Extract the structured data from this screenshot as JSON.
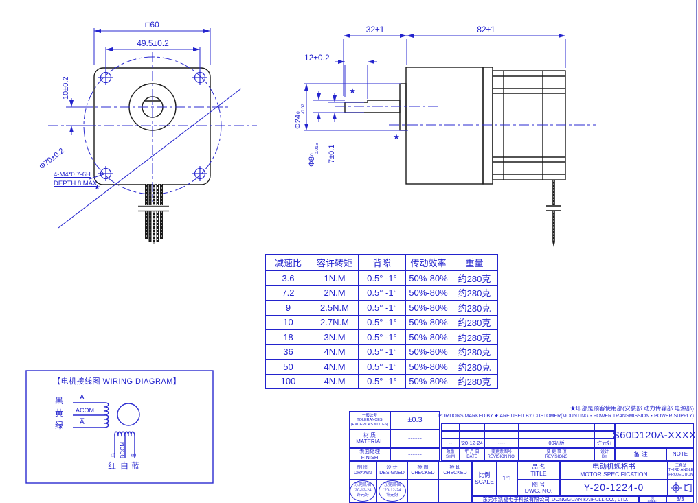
{
  "colors": {
    "dim_blue": "#2323cd",
    "line_black": "#1a1a1a",
    "sheet_edge": "#8080cc"
  },
  "front_view": {
    "dim_outline": "□60",
    "dim_hole_spacing": "49.5±0.2",
    "dim_shaft_offset": "10±0.2",
    "dim_body_circle": "Φ70±0.2",
    "thread_note_line1": "4-M4*0.7-6H",
    "thread_note_line2": "DEPTH 8 MAX",
    "star": "★"
  },
  "side_view": {
    "dim_gearbox_length": "32±1",
    "dim_motor_length": "82±1",
    "dim_flat_length": "12±0.2",
    "dim_pilot_dia": {
      "base": "Φ24",
      "tol_upper": "0",
      "tol_lower": "-0.02"
    },
    "dim_shaft_dia": {
      "base": "Φ8",
      "tol_upper": "0",
      "tol_lower": "-0.015"
    },
    "dim_flat_height": "7±0.1",
    "star": "★"
  },
  "spec_table": {
    "headers": [
      "减速比",
      "容许转矩",
      "背隙",
      "传动效率",
      "重量"
    ],
    "rows": [
      [
        "3.6",
        "1N.M",
        "0.5° -1°",
        "50%-80%",
        "约280克"
      ],
      [
        "7.2",
        "2N.M",
        "0.5° -1°",
        "50%-80%",
        "约280克"
      ],
      [
        "9",
        "2.5N.M",
        "0.5° -1°",
        "50%-80%",
        "约280克"
      ],
      [
        "10",
        "2.7N.M",
        "0.5° -1°",
        "50%-80%",
        "约280克"
      ],
      [
        "18",
        "3N.M",
        "0.5° -1°",
        "50%-80%",
        "约280克"
      ],
      [
        "36",
        "4N.M",
        "0.5° -1°",
        "50%-80%",
        "约280克"
      ],
      [
        "50",
        "4N.M",
        "0.5° -1°",
        "50%-80%",
        "约280克"
      ],
      [
        "100",
        "4N.M",
        "0.5° -1°",
        "50%-80%",
        "约280克"
      ]
    ]
  },
  "wiring": {
    "title": "【电机接线图 WIRING DIAGRAM】",
    "phase_a_colors": [
      "黑",
      "黄",
      "绿"
    ],
    "phase_a_wires": [
      "A",
      "ACOM",
      "A̅"
    ],
    "phase_b_wires": [
      "B",
      "BCOM",
      "B̅"
    ],
    "phase_b_colors": [
      "红",
      "白",
      "蓝"
    ]
  },
  "title_block": {
    "tolerance": {
      "label_cn": "一般公差",
      "label_en": "TOLERANCES",
      "label_en2": "(EXCEPT AS NOTES)",
      "value": "±0.3"
    },
    "material": {
      "label_cn": "材  质",
      "label_en": "MATERIAL",
      "value": "------"
    },
    "finish": {
      "label_cn": "表面处理",
      "label_en": "FINISH",
      "value": "------"
    },
    "star_note_cn": "★印部是顾客使用部(安装部 动力传输部 电源部)",
    "star_note_en": "PORTIONS MARKED BY ★ ARE USED BY CUSTOMER(MOUNTING・POWER TRANSMISSION・POWER SUPPLY)",
    "revision": {
      "row": {
        "sym": "--",
        "date": "'20-12-24",
        "rev_no": "----",
        "item": "00初版",
        "by": "许元好"
      },
      "headers": {
        "sym_cn": "改版",
        "sym_en": "SYM",
        "date_cn": "年 月 日",
        "date_en": "DATE",
        "rev_no_cn": "变更票图号",
        "rev_no_en": "REVISION NO.",
        "item_cn": "变 更 事 项",
        "item_en": "REVISIONS",
        "by_cn": "设计",
        "by_en": "BY",
        "note_cn": "备  注",
        "note_en": "NOTE"
      }
    },
    "part_no": "S60D120A-XXXX",
    "drawn": {
      "cn": "制  图",
      "en": "DRAWN"
    },
    "designed": {
      "cn": "设  计",
      "en": "DESIGNED"
    },
    "checked1": {
      "cn": "检  图",
      "en": "CHECKED"
    },
    "checked2": {
      "cn": "检  印",
      "en": "CHECKED"
    },
    "scale": {
      "cn": "比例",
      "en": "SCALE",
      "value": "1:1"
    },
    "title": {
      "cn": "品  名",
      "en": "TITLE",
      "value_cn": "电动机规格书",
      "value_en": "MOTOR SPECIFICATION"
    },
    "dwg": {
      "cn": "图  号",
      "en": "DWG. NO.",
      "value": "Y-20-1224-0"
    },
    "projection": {
      "cn": "三角法",
      "en1": "THIRD ANGLE",
      "en2": "PROJECTION"
    },
    "company_cn": "东莞市凯福电子科技有限公司",
    "company_en": "DONGGUAN KAIFULL CO., LTD.",
    "sheet": {
      "cn": "页",
      "en": "SHEET",
      "value": "3/3"
    },
    "stamp": {
      "line1": "东莞凯福",
      "line2": "'20-12-24",
      "line3": "许元好"
    }
  }
}
